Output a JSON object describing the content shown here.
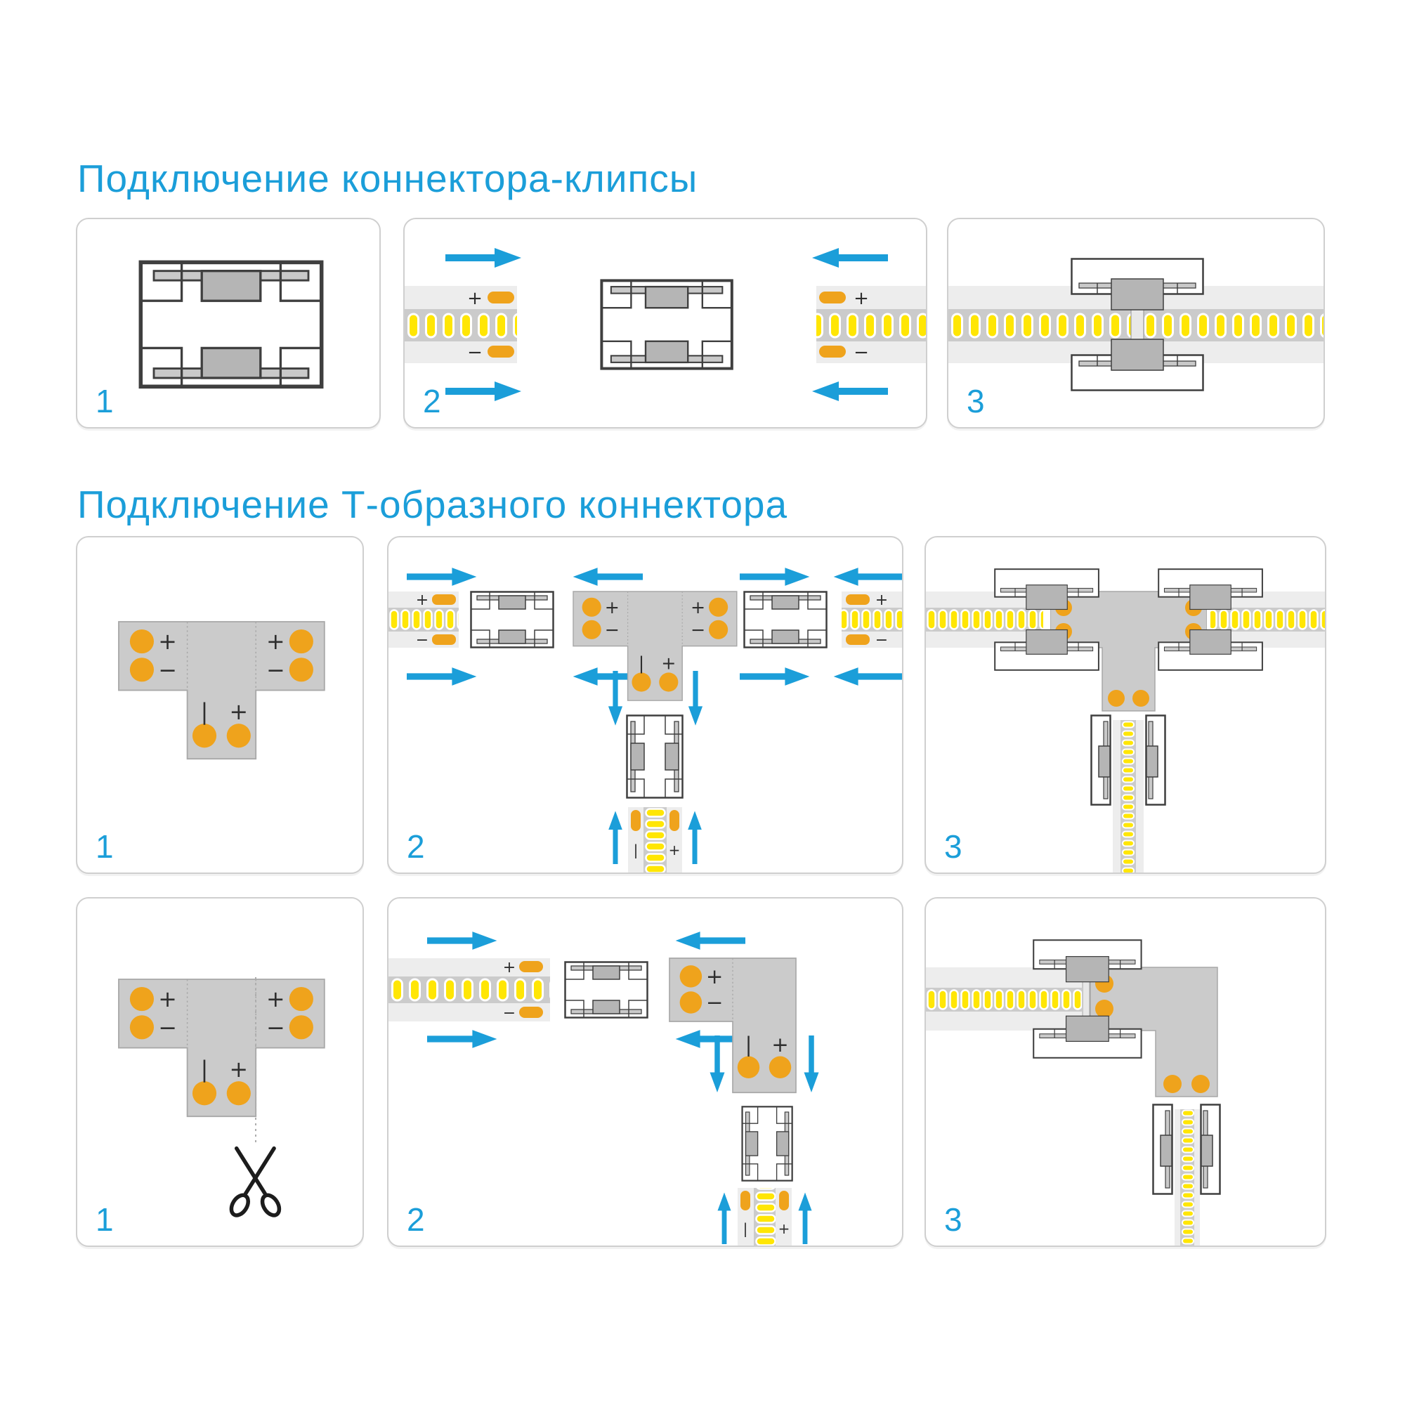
{
  "colors": {
    "accent": "#1B9ED9",
    "orange": "#EFA31C",
    "yellow": "#FFE604",
    "strip-bg": "#EDEDED",
    "band": "#CBCBCB",
    "pcb": "#CBCBCB",
    "pcb-border": "#A8A8A8",
    "line": "#3F3F3F",
    "clamp": "#B5B5B5",
    "bar": "#C9C9C9",
    "scissors": "#1C1C1C"
  },
  "section1": {
    "title": "Подключение коннектора-клипсы",
    "steps": [
      "1",
      "2",
      "3"
    ]
  },
  "section2": {
    "title": "Подключение Т-образного коннектора",
    "rows": [
      [
        "1",
        "2",
        "3"
      ],
      [
        "1",
        "2",
        "3"
      ]
    ]
  },
  "sym": {
    "plus": "+",
    "minus": "−",
    "minusv": "|"
  }
}
